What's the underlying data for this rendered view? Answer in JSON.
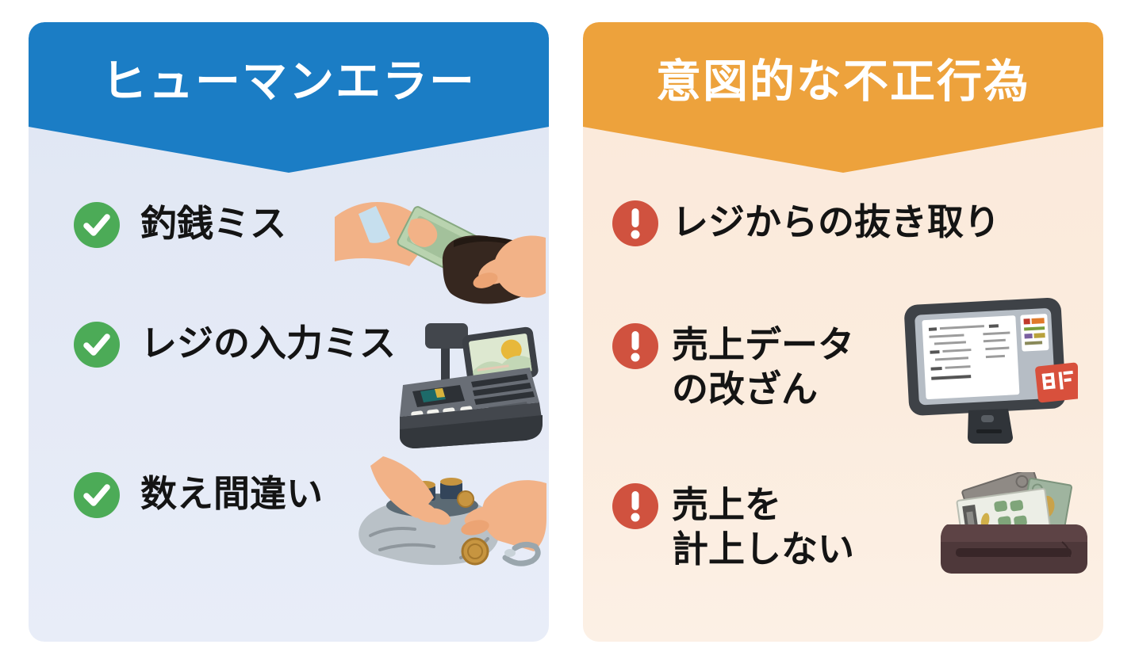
{
  "colors": {
    "page_background": "#ffffff",
    "human_error_header": "#1b7dc5",
    "human_error_body": "#e3e9f5",
    "fraud_header": "#eda23c",
    "fraud_body": "#fbecde",
    "check_green": "#4cab57",
    "alert_red": "#d0523f",
    "item_text": "#141414",
    "title_text": "#ffffff"
  },
  "panels": [
    {
      "title": "ヒューマンエラー",
      "items": [
        {
          "icon": "check-icon",
          "lines": [
            "釣銭ミス"
          ],
          "illustration": "hands-exchanging-money"
        },
        {
          "icon": "check-icon",
          "lines": [
            "レジの入力ミス"
          ],
          "illustration": "cash-register"
        },
        {
          "icon": "check-icon",
          "lines": [
            "数え間違い"
          ],
          "illustration": "hands-counting-coins-from-bag"
        }
      ]
    },
    {
      "title": "意図的な不正行為",
      "items": [
        {
          "icon": "exclamation-icon",
          "lines": [
            "レジからの抜き取り"
          ],
          "illustration": null
        },
        {
          "icon": "exclamation-icon",
          "lines": [
            "売上データ",
            "の改ざん"
          ],
          "illustration": "pos-terminal-with-red-tag"
        },
        {
          "icon": "exclamation-icon",
          "lines": [
            "売上を",
            "計上しない"
          ],
          "illustration": "cash-drawer-with-banknotes"
        }
      ]
    }
  ]
}
